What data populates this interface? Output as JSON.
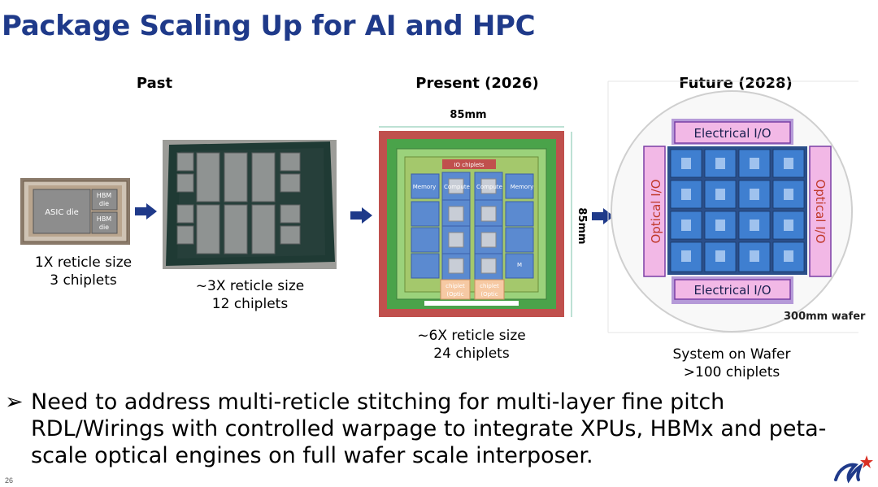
{
  "slide": {
    "title": "Package Scaling Up for AI and HPC",
    "page_number": "26"
  },
  "columns": {
    "past": {
      "header": "Past"
    },
    "present": {
      "header": "Present (2026)"
    },
    "future": {
      "header": "Future (2028)"
    }
  },
  "past_1x": {
    "asic_label": "ASIC die",
    "hbm1_line1": "HBM",
    "hbm1_line2": "die",
    "hbm2_line1": "HBM",
    "hbm2_line2": "die",
    "caption_line1": "1X reticle size",
    "caption_line2": "3 chiplets"
  },
  "past_3x": {
    "caption_line1": "~3X reticle size",
    "caption_line2": "12 chiplets"
  },
  "present": {
    "dim_width": "85mm",
    "dim_height": "85mm",
    "io_label": "IO chiplets",
    "memory_label": "Memory",
    "compute_label": "Compute",
    "m_label": "M",
    "chiplet_label": "chiplet",
    "optic_label": "(Optic",
    "caption_line1": "~6X reticle size",
    "caption_line2": "24 chiplets"
  },
  "future": {
    "electrical_io": "Electrical I/O",
    "optical_io": "Optical I/O",
    "wafer_label": "300mm wafer",
    "caption_line1": "System on Wafer",
    "caption_line2": ">100 chiplets"
  },
  "bullet": {
    "marker": "➢",
    "text": "Need to address multi-reticle stitching for multi-layer fine pitch RDL/Wirings with controlled warpage to integrate XPUs, HBMx and peta-scale optical engines on full wafer scale interposer."
  },
  "colors": {
    "title": "#1f3a8a",
    "arrow": "#1f3a8a",
    "package_red": "#c0504d",
    "package_green": "#4aa34a",
    "electrical_io_fill": "#f2b8e6",
    "optical_io_text": "#c0392b",
    "die_blue": "#2f6fc0"
  }
}
